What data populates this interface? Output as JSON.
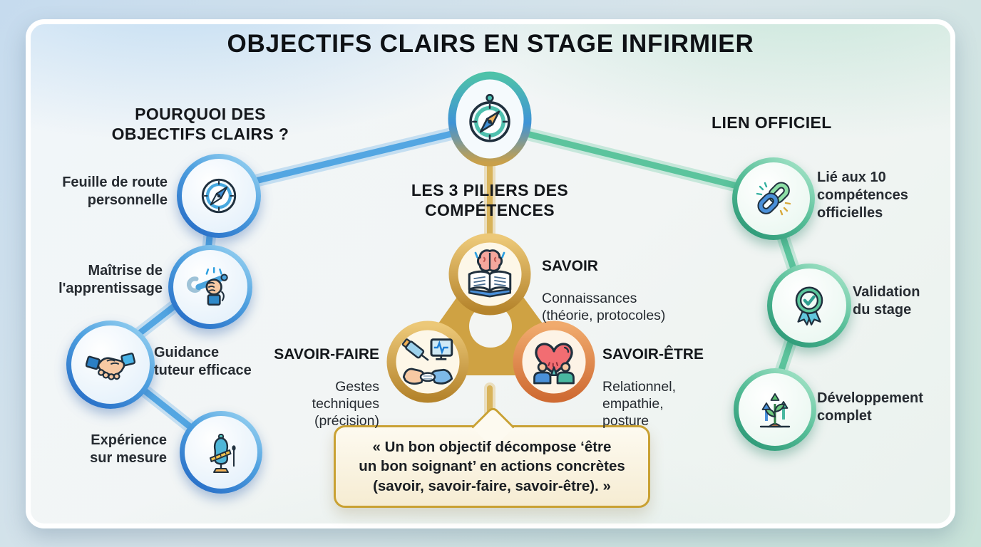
{
  "title": "OBJECTIFS CLAIRS EN STAGE INFIRMIER",
  "colors": {
    "accent_blue": "#3f93d6",
    "accent_teal": "#4ec2a9",
    "accent_green": "#3fae85",
    "accent_gold": "#c9a133",
    "accent_orange": "#d8763c"
  },
  "left_section": {
    "heading": "POURQUOI DES\nOBJECTIFS CLAIRS ?",
    "items": [
      {
        "label": "Feuille de route\npersonnelle",
        "icon": "compass-icon"
      },
      {
        "label": "Maîtrise de\nl'apprentissage",
        "icon": "wrench-hand-icon"
      },
      {
        "label": "Guidance\ntuteur efficace",
        "icon": "handshake-icon"
      },
      {
        "label": "Expérience\nsur mesure",
        "icon": "mannequin-measure-icon"
      }
    ]
  },
  "center_section": {
    "hub_icon": "compass-icon",
    "heading": "LES 3 PILIERS DES\nCOMPÉTENCES",
    "pillars": [
      {
        "title": "SAVOIR",
        "desc": "Connaissances\n(théorie, protocoles)",
        "icon": "book-brain-icon"
      },
      {
        "title": "SAVOIR-FAIRE",
        "desc": "Gestes\ntechniques\n(précision)",
        "icon": "syringe-care-icon"
      },
      {
        "title": "SAVOIR-ÊTRE",
        "desc": "Relationnel,\nempathie,\nposture",
        "icon": "heart-people-icon"
      }
    ],
    "quote": "« Un bon objectif décompose ‘être\nun bon soignant’ en actions concrètes\n(savoir, savoir-faire, savoir-être). »"
  },
  "right_section": {
    "heading": "LIEN OFFICIEL",
    "items": [
      {
        "label": "Lié aux 10\ncompétences\nofficielles",
        "icon": "chain-link-icon"
      },
      {
        "label": "Validation\ndu stage",
        "icon": "medal-check-icon"
      },
      {
        "label": "Développement\ncomplet",
        "icon": "growth-plant-icon"
      }
    ]
  }
}
